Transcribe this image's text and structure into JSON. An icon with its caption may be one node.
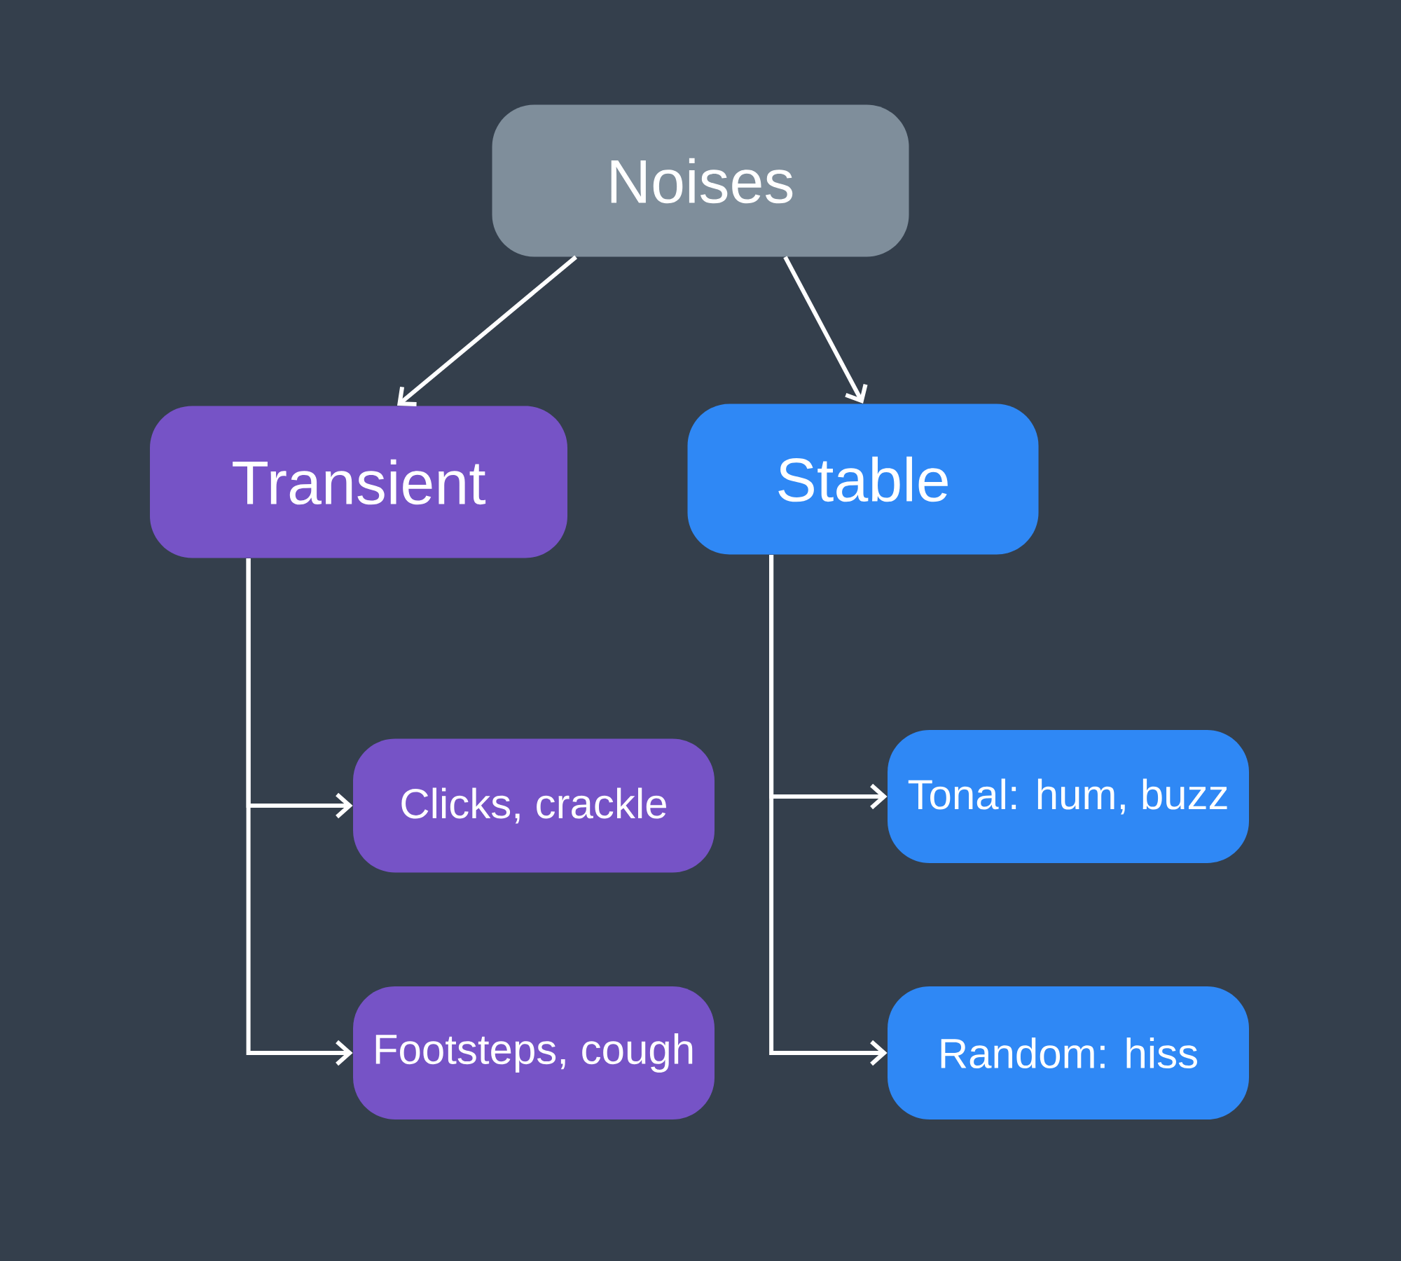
{
  "diagram": {
    "nodes": [
      {
        "text": [
          "Noises"
        ]
      },
      {
        "text": [
          "Transient"
        ]
      },
      {
        "text": [
          "Stable"
        ]
      },
      {
        "text": [
          "Clicks, crackle"
        ]
      },
      {
        "text": [
          "Footsteps, cough"
        ]
      },
      {
        "text": [
          "Tonal: hum, buzz"
        ]
      },
      {
        "text": [
          "Random: hiss"
        ]
      }
    ],
    "edges": [
      {
        "from": 0,
        "to": 1,
        "arrow": "to"
      },
      {
        "from": 0,
        "to": 2,
        "arrow": "to"
      },
      {
        "from": 1,
        "to": 3,
        "arrow": "to"
      },
      {
        "from": 1,
        "to": 4,
        "arrow": "to"
      },
      {
        "from": 2,
        "to": 5,
        "arrow": "to"
      },
      {
        "from": 2,
        "to": 6,
        "arrow": "to"
      }
    ]
  }
}
